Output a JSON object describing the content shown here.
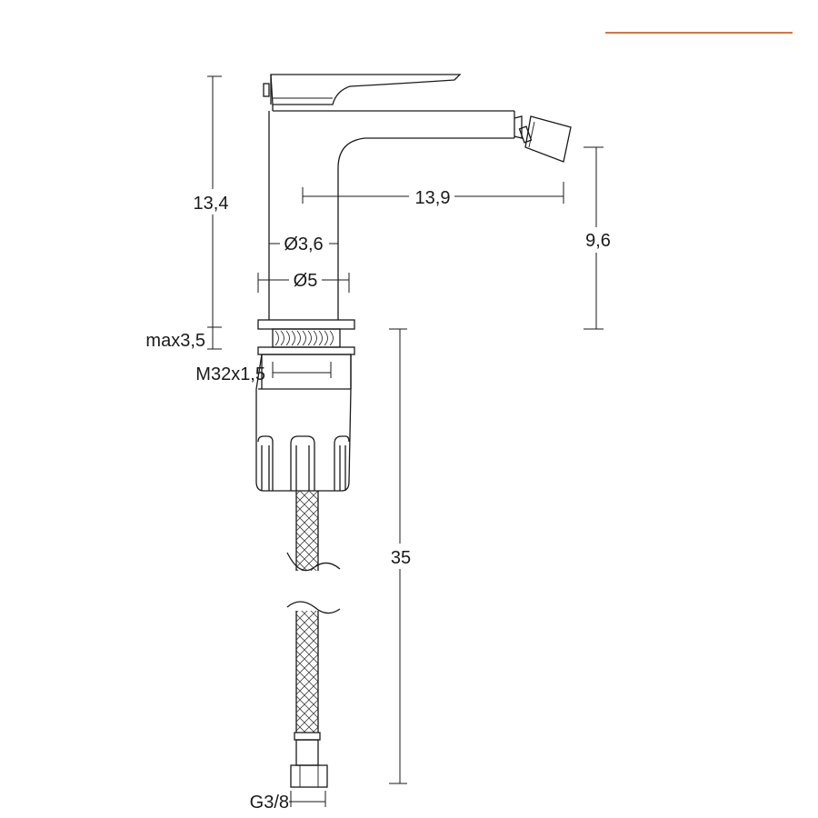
{
  "accent_color": "#e07040",
  "dimensions": {
    "height_total": "13,4",
    "spout_reach": "13,9",
    "body_diameter": "Ø3,6",
    "base_diameter": "Ø5",
    "spout_height": "9,6",
    "max_deck": "max3,5",
    "thread": "M32x1,5",
    "hose_length": "35",
    "connector": "G3/8"
  }
}
